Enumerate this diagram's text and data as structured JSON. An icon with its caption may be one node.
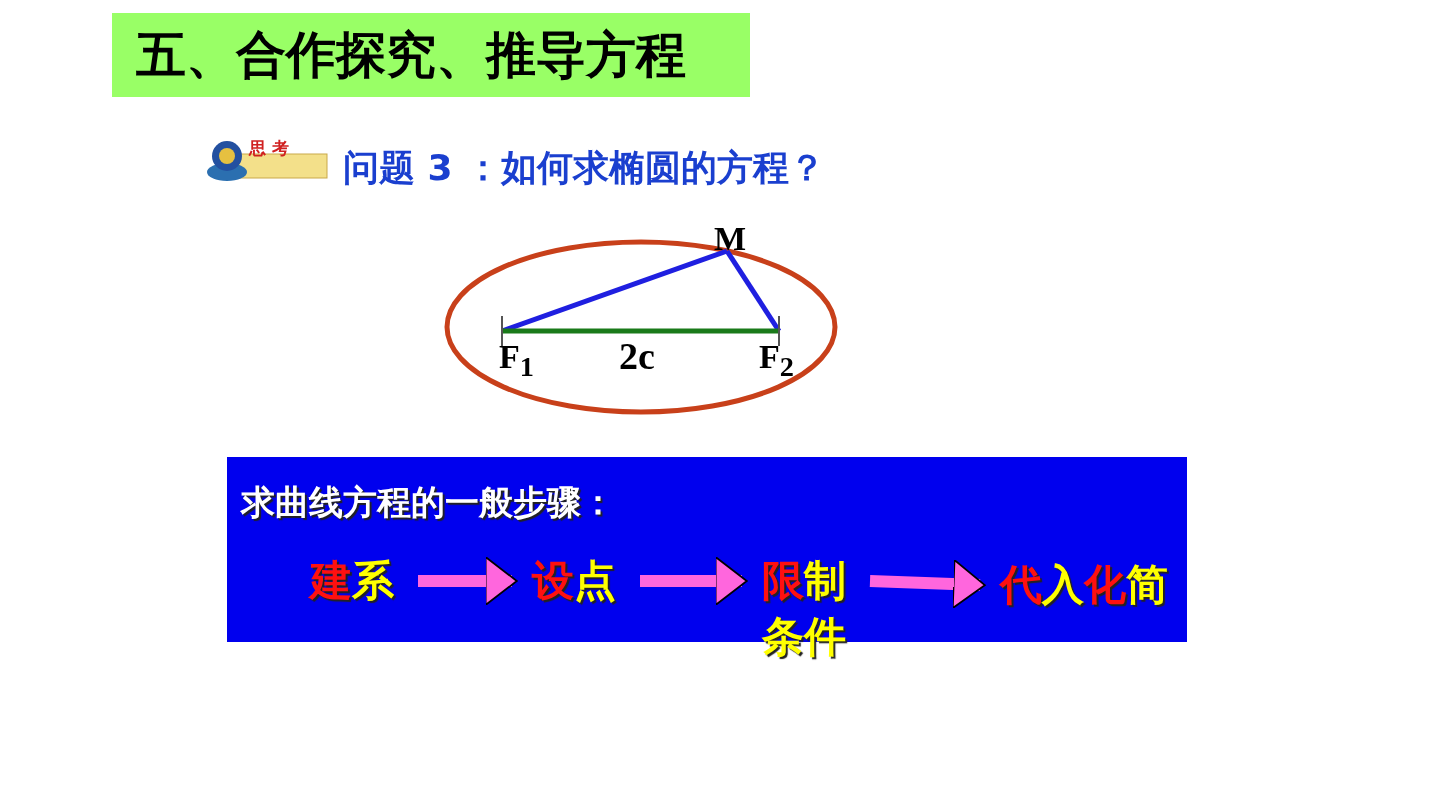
{
  "diagram": {
    "title": "五、合作探究、推导方程",
    "nodes": [
      {
        "text": [
          "M"
        ]
      },
      {
        "text": [
          "F$_{1}$"
        ]
      },
      {
        "text": [
          "F$_{2}$"
        ]
      },
      {
        "text": [
          "求曲线方程的一般步骤："
        ]
      },
      {
        "text": [
          "建系"
        ],
        "in": 3
      },
      {
        "text": [
          "设点"
        ],
        "in": 3
      },
      {
        "text": [
          "限制条件"
        ]
      },
      {
        "text": [
          "代入化简"
        ],
        "in": 3
      }
    ],
    "edges": [
      {
        "from": 1,
        "to": 0,
        "arrow": "none",
        "color": "#1f1fe0"
      },
      {
        "from": 0,
        "to": 2,
        "arrow": "none",
        "color": "#1f1fe0"
      },
      {
        "from": 1,
        "to": 2,
        "arrow": "other",
        "label": "2c",
        "color": "#1a7a1a"
      },
      {
        "from": 4,
        "to": 5,
        "arrow": "to",
        "style": "thick",
        "color": "#ff66dd"
      },
      {
        "from": 5,
        "to": 6,
        "arrow": "to",
        "style": "thick",
        "color": "#ff66dd"
      },
      {
        "from": 6,
        "to": 7,
        "arrow": "to",
        "style": "thick",
        "color": "#ff66dd"
      }
    ],
    "labels": [
      "思考",
      "问题 3 ：如何求椭圆的方程？"
    ]
  }
}
